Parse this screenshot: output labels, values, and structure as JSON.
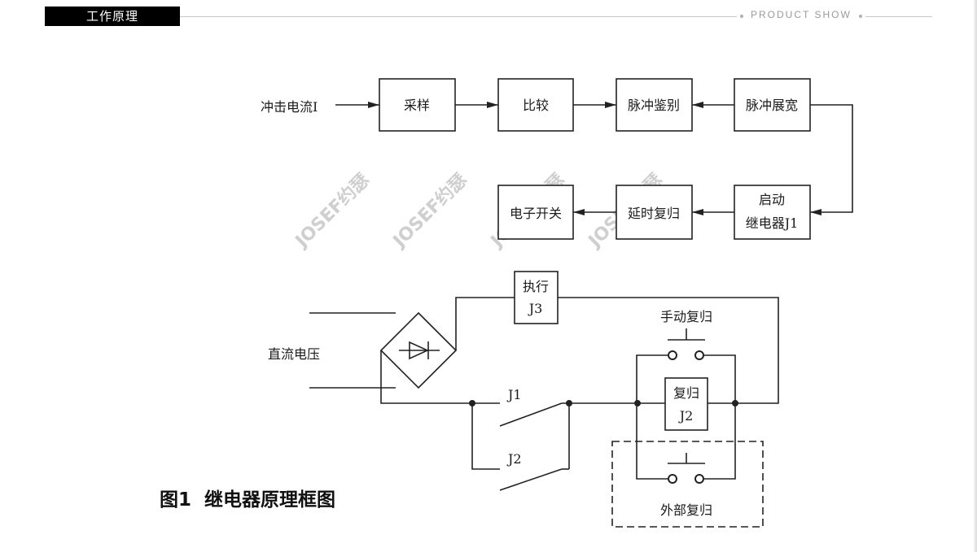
{
  "header": {
    "section_title": "工作原理",
    "right_label": "PRODUCT SHOW"
  },
  "watermark": {
    "text": "JOSEF约瑟",
    "color": "#cfcfcf"
  },
  "block_diagram": {
    "input_label": "冲击电流I",
    "blocks": {
      "sampling": "采样",
      "compare": "比较",
      "pulse_identify": "脉冲鉴别",
      "pulse_widen": "脉冲展宽",
      "start_relay_line1": "启动",
      "start_relay_line2": "继电器J1",
      "delay_reset": "延时复归",
      "electronic_switch": "电子开关"
    }
  },
  "circuit": {
    "dc_voltage": "直流电压",
    "execute_line1": "执行",
    "execute_line2": "J3",
    "manual_reset": "手动复归",
    "reset_line1": "复归",
    "reset_line2": "J2",
    "contact_j1": "J1",
    "contact_j2": "J2",
    "external_reset": "外部复归"
  },
  "figure_caption": "图1  继电器原理框图"
}
